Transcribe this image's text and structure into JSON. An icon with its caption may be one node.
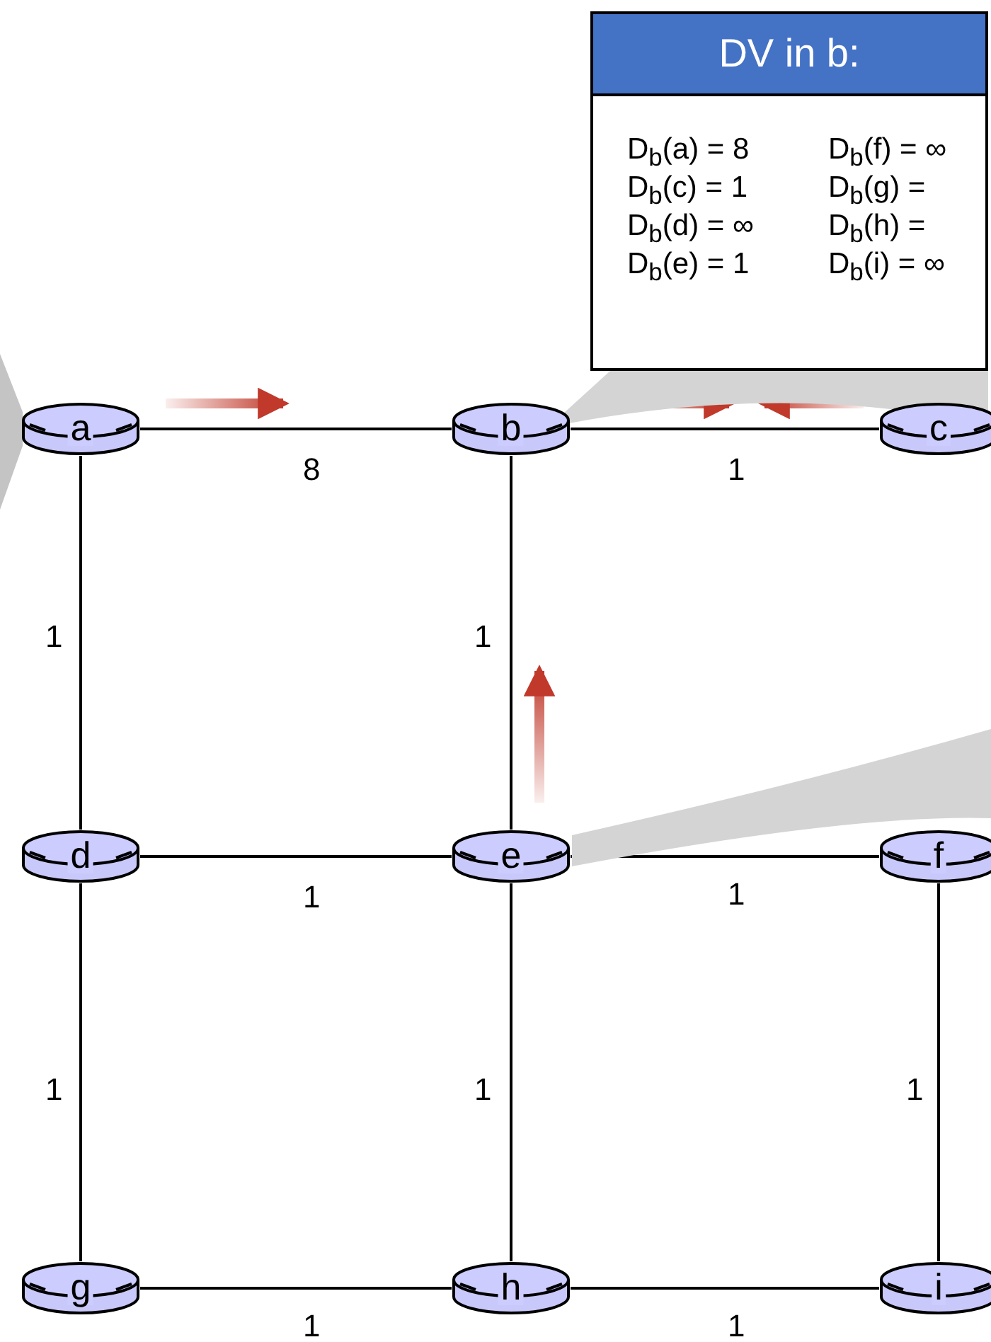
{
  "diagram": {
    "nodes": [
      {
        "text": [
          "DV in b:",
          "D$_{b}$(a) = 8",
          "D$_{b}$(f) = ∞",
          "D$_{b}$(c) = 1",
          "D$_{b}$(g) =",
          "D$_{b}$(d) = ∞",
          "D$_{b}$(h) =",
          "D$_{b}$(e) = 1",
          "D$_{b}$(i) = ∞"
        ]
      },
      {
        "text": [
          "a"
        ]
      },
      {
        "text": [
          "b"
        ]
      },
      {
        "text": [
          "c"
        ]
      },
      {
        "text": [
          "d"
        ]
      },
      {
        "text": [
          "e"
        ]
      },
      {
        "text": [
          "f"
        ]
      },
      {
        "text": [
          "g"
        ]
      },
      {
        "text": [
          "h"
        ]
      },
      {
        "text": [
          "i"
        ]
      }
    ],
    "edges": [
      {
        "from": 1,
        "to": 2,
        "arrow": "none",
        "label": "8"
      },
      {
        "from": 2,
        "to": 3,
        "arrow": "none",
        "label": "1"
      },
      {
        "from": 1,
        "to": 4,
        "arrow": "none",
        "label": "1"
      },
      {
        "from": 2,
        "to": 5,
        "arrow": "none",
        "label": "1"
      },
      {
        "from": 4,
        "to": 5,
        "arrow": "none",
        "label": "1"
      },
      {
        "from": 5,
        "to": 6,
        "arrow": "none",
        "label": "1"
      },
      {
        "from": 4,
        "to": 7,
        "arrow": "none",
        "label": "1"
      },
      {
        "from": 5,
        "to": 8,
        "arrow": "none",
        "label": "1"
      },
      {
        "from": 6,
        "to": 9,
        "arrow": "none",
        "label": "1"
      },
      {
        "from": 7,
        "to": 8,
        "arrow": "none",
        "label": "1"
      },
      {
        "from": 8,
        "to": 9,
        "arrow": "none",
        "label": "1"
      },
      {
        "from": 0,
        "to": 2,
        "arrow": "none",
        "color": "#d4d4d4"
      },
      {
        "from": 5,
        "to": null,
        "arrow": "none",
        "color": "#d4d4d4"
      },
      {
        "from": null,
        "to": 1,
        "arrow": "none",
        "color": "#c4c4c4"
      }
    ]
  }
}
